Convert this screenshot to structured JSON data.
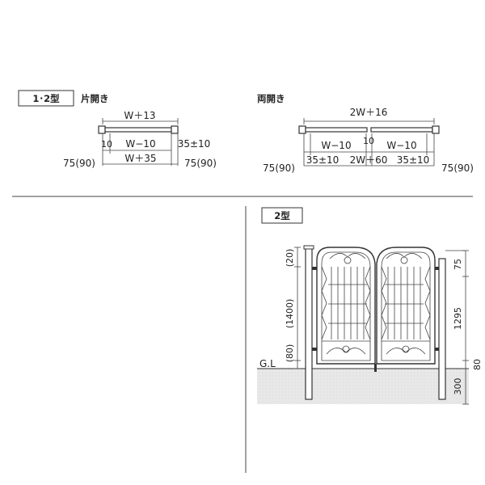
{
  "section_a": {
    "tag": "1･2型",
    "single": {
      "title": "片開き",
      "top": "W＋13",
      "gap": "10",
      "inner": "W−10",
      "offset": "35±10",
      "bottom": "W＋35",
      "post_left": "75(90)",
      "post_right": "75(90)"
    },
    "double": {
      "title": "両開き",
      "top": "2W＋16",
      "inner_left": "W−10",
      "gap": "10",
      "inner_right": "W−10",
      "offset_left": "35±10",
      "bottom": "2W＋60",
      "offset_right": "35±10",
      "post_left": "75(90)",
      "post_right": "75(90)"
    }
  },
  "section_b": {
    "tag": "2型",
    "gl": "G.L",
    "left_dims": [
      "(20)",
      "(1400)",
      "(80)"
    ],
    "right_dims": [
      "75",
      "1295",
      "80",
      "300"
    ]
  }
}
